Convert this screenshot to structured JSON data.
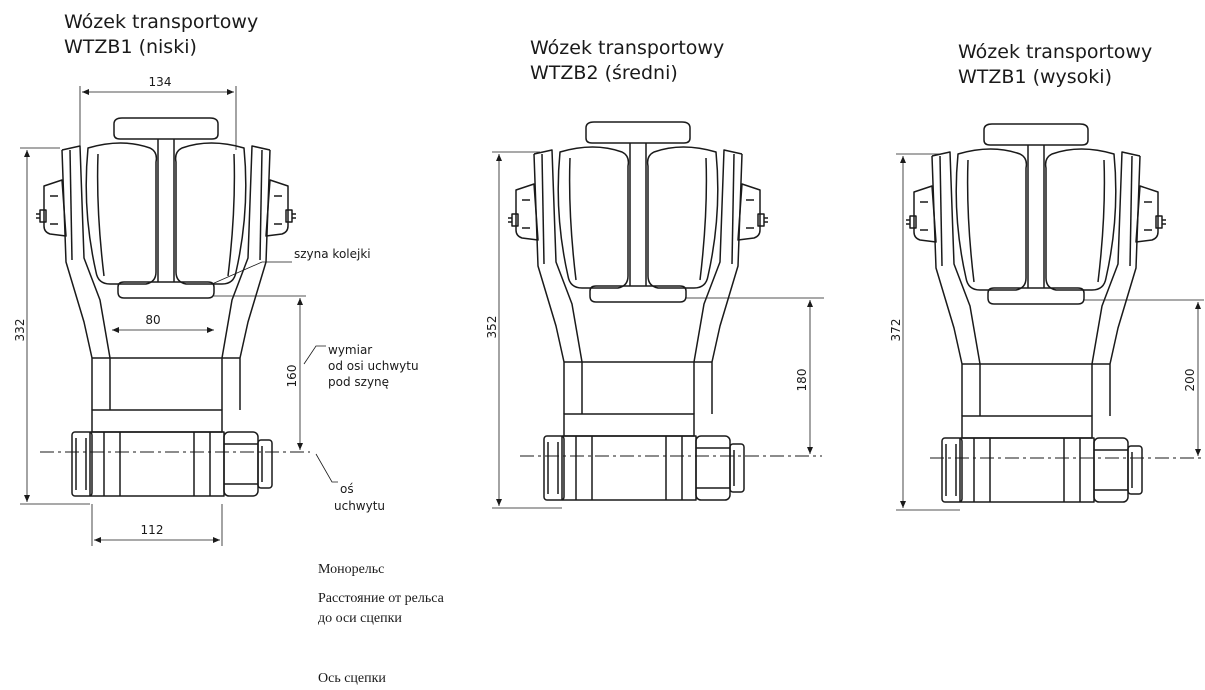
{
  "views": [
    {
      "title_line1": "Wózek transportowy",
      "title_line2": "WTZB1 (niski)",
      "height": "332",
      "offset": "160",
      "top_width": "134",
      "inner_width": "80",
      "bottom_width": "112"
    },
    {
      "title_line1": "Wózek transportowy",
      "title_line2": "WTZB2 (średni)",
      "height": "352",
      "offset": "180"
    },
    {
      "title_line1": "Wózek transportowy",
      "title_line2": "WTZB1 (wysoki)",
      "height": "372",
      "offset": "200"
    }
  ],
  "annotations": {
    "rail": "szyna kolejki",
    "dim_note_1": "wymiar",
    "dim_note_2": "od osi uchwytu",
    "dim_note_3": "pod szynę",
    "axis_1": "oś",
    "axis_2": "uchwytu"
  },
  "translations": {
    "monorail": "Монорельс",
    "distance": "Расстояние от рельса до оси сцепки",
    "axis": "Ось сцепки"
  }
}
